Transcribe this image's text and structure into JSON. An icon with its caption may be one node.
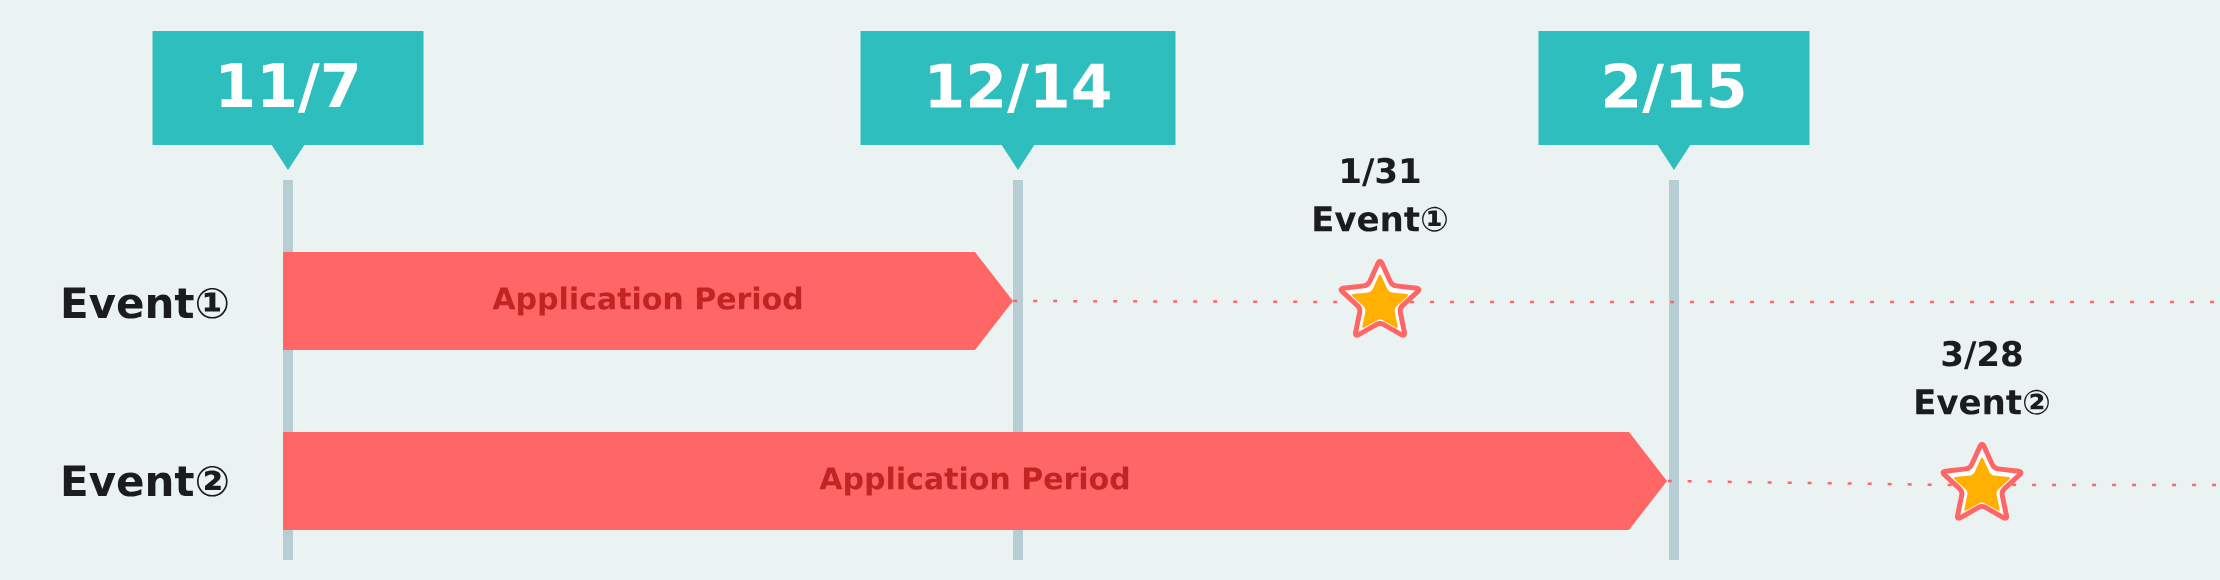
{
  "diagram": {
    "nodes": [
      {
        "text": [
          "11/7"
        ]
      },
      {
        "text": [
          "12/14"
        ]
      },
      {
        "text": [
          "2/15"
        ]
      },
      {
        "text": [
          "Event①"
        ]
      },
      {
        "text": [
          "Event②"
        ]
      },
      {
        "text": [
          "Application Period"
        ]
      },
      {
        "text": [
          "Application Period"
        ]
      },
      {
        "text": [],
        "shape": "star",
        "beside": [
          "1/31",
          "Event①"
        ]
      },
      {
        "text": [],
        "shape": "star",
        "beside": [
          "3/28",
          "Event②"
        ]
      }
    ],
    "edges": [
      {
        "from": 5,
        "to": 7,
        "arrow": "none",
        "style": "dashed"
      },
      {
        "from": 6,
        "to": 8,
        "arrow": "none",
        "style": "dashed"
      }
    ]
  }
}
